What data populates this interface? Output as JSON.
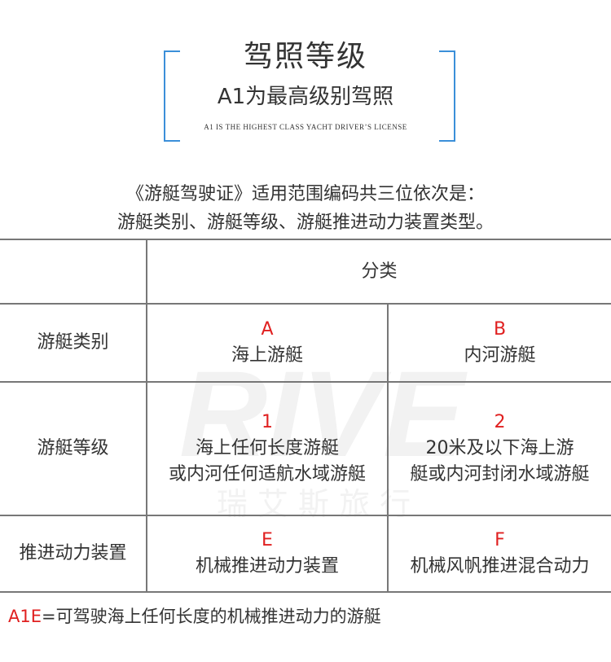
{
  "header": {
    "title": "驾照等级",
    "subtitle": "A1为最高级别驾照",
    "subtitle_en": "A1 IS THE HIGHEST CLASS YACHT DRIVER’S LICENSE",
    "accent_color": "#3b8fd9"
  },
  "intro": {
    "line1": "《游艇驾驶证》适用范围编码共三位依次是：",
    "line2": "游艇类别、游艇等级、游艇推进动力装置类型。"
  },
  "table": {
    "header": "分类",
    "rows": [
      {
        "label": "游艇类别",
        "left": {
          "code": "A",
          "lines": [
            "海上游艇"
          ]
        },
        "right": {
          "code": "B",
          "lines": [
            "内河游艇"
          ]
        }
      },
      {
        "label": "游艇等级",
        "left": {
          "code": "1",
          "lines": [
            "海上任何长度游艇",
            "或内河任何适航水域游艇"
          ]
        },
        "right": {
          "code": "2",
          "lines": [
            "20米及以下海上游",
            "艇或内河封闭水域游艇"
          ]
        }
      },
      {
        "label": "推进动力装置",
        "left": {
          "code": "E",
          "lines": [
            "机械推进动力装置"
          ]
        },
        "right": {
          "code": "F",
          "lines": [
            "机械风帆推进混合动力"
          ]
        }
      }
    ]
  },
  "watermark": {
    "logo_text": "RIVE",
    "cn_text": "瑞 艾 斯 旅 行"
  },
  "footer": {
    "code": "A1E",
    "text": "=可驾驶海上任何长度的机械推进动力的游艇"
  },
  "colors": {
    "code_red": "#e02020",
    "text": "#333333",
    "table_line": "#777777"
  }
}
